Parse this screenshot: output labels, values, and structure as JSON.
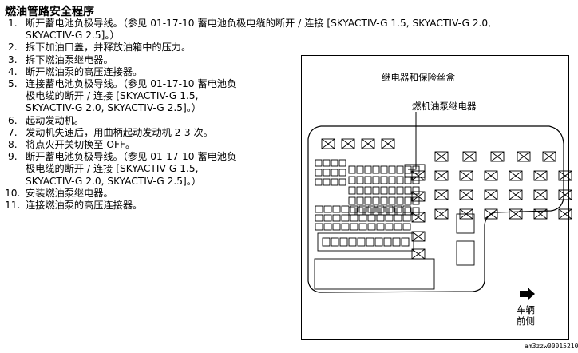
{
  "document": {
    "title": "燃油管路安全程序",
    "steps": [
      {
        "num": "1.",
        "lines": [
          "断开蓄电池负极导线。（参见 01-17-10 蓄电池负极电缆的断开 / 连接 [SKYACTIV-G 1.5, SKYACTIV-G 2.0,",
          "SKYACTIV-G 2.5]。）"
        ]
      },
      {
        "num": "2.",
        "lines": [
          "拆下加油口盖，并释放油箱中的压力。"
        ]
      },
      {
        "num": "3.",
        "lines": [
          "拆下燃油泵继电器。"
        ]
      },
      {
        "num": "4.",
        "lines": [
          "断开燃油泵的高压连接器。"
        ]
      },
      {
        "num": "5.",
        "lines": [
          "连接蓄电池负极导线。（参见 01-17-10 蓄电池负",
          "极电缆的断开 / 连接 [SKYACTIV-G 1.5,",
          "SKYACTIV-G 2.0, SKYACTIV-G 2.5]。）"
        ]
      },
      {
        "num": "6.",
        "lines": [
          "起动发动机。"
        ]
      },
      {
        "num": "7.",
        "lines": [
          "发动机失速后，用曲柄起动发动机 2-3 次。"
        ]
      },
      {
        "num": "8.",
        "lines": [
          "将点火开关切换至 OFF。"
        ]
      },
      {
        "num": "9.",
        "lines": [
          "断开蓄电池负极导线。（参见 01-17-10 蓄电池负",
          "极电缆的断开 / 连接 [SKYACTIV-G 1.5,",
          "SKYACTIV-G 2.0, SKYACTIV-G 2.5]。）"
        ]
      },
      {
        "num": "10.",
        "lines": [
          "安装燃油泵继电器。"
        ]
      },
      {
        "num": "11.",
        "lines": [
          "连接燃油泵的高压连接器。"
        ]
      }
    ]
  },
  "figure": {
    "title": "继电器和保险丝盒",
    "callout": "燃机油泵继电器",
    "front_line1": "车辆",
    "front_line2": "前侧",
    "arrow_icon": "arrow-right-icon",
    "code": "am3zzw00015210"
  }
}
